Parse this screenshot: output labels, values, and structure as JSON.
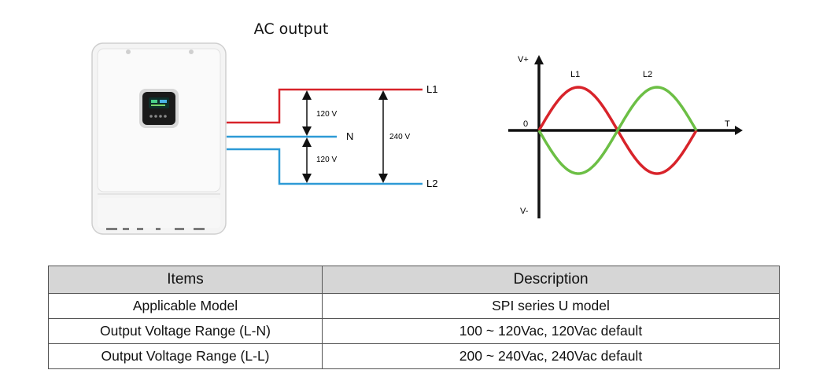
{
  "title": "AC output",
  "wiring": {
    "line1": "L1",
    "neutral": "N",
    "line2": "L2",
    "voltage_l1_n": "120 V",
    "voltage_n_l2": "120 V",
    "voltage_l1_l2": "240 V"
  },
  "waveform": {
    "v_plus": "V+",
    "v_minus": "V-",
    "zero": "0",
    "t_axis": "T",
    "l1_label": "L1",
    "l2_label": "L2",
    "phase_shift_deg": 180
  },
  "colors": {
    "l1": "#d8232a",
    "l2": "#6cbf45",
    "neutral": "#2d9ad6"
  },
  "table": {
    "headers": [
      "Items",
      "Description"
    ],
    "rows": [
      [
        "Applicable Model",
        "SPI series U model"
      ],
      [
        "Output Voltage Range (L-N)",
        "100 ~ 120Vac, 120Vac default"
      ],
      [
        "Output Voltage Range (L-L)",
        "200 ~ 240Vac,  240Vac default"
      ]
    ]
  }
}
